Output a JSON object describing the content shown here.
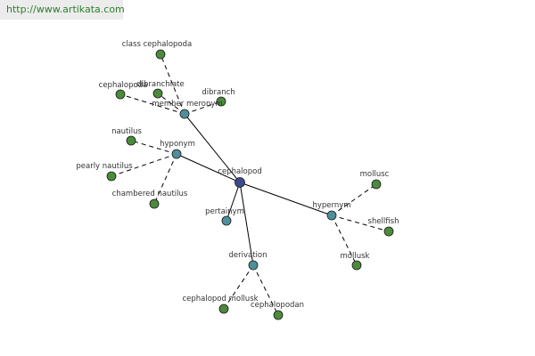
{
  "watermark": "http://www.artikata.com",
  "colors": {
    "center": "#3b4a8c",
    "relation": "#4f8f9c",
    "word": "#4c8a3c",
    "background": "#ffffff"
  },
  "graph": {
    "center": {
      "id": "cephalopod",
      "label": "cephalopod"
    },
    "relations": [
      {
        "id": "member-meronym",
        "label": "member meronym"
      },
      {
        "id": "hyponym",
        "label": "hyponym"
      },
      {
        "id": "pertainym",
        "label": "pertainym"
      },
      {
        "id": "derivation",
        "label": "derivation"
      },
      {
        "id": "hypernym",
        "label": "hypernym"
      }
    ],
    "words": [
      {
        "id": "class-cephalopoda",
        "label": "class cephalopoda",
        "relation": "member-meronym"
      },
      {
        "id": "cephalopoda",
        "label": "cephalopoda",
        "relation": "member-meronym"
      },
      {
        "id": "dibranchiate",
        "label": "dibranchiate",
        "relation": "member-meronym"
      },
      {
        "id": "dibranch",
        "label": "dibranch",
        "relation": "member-meronym"
      },
      {
        "id": "nautilus",
        "label": "nautilus",
        "relation": "hyponym"
      },
      {
        "id": "pearly-nautilus",
        "label": "pearly nautilus",
        "relation": "hyponym"
      },
      {
        "id": "chambered-nautilus",
        "label": "chambered nautilus",
        "relation": "hyponym"
      },
      {
        "id": "mollusc",
        "label": "mollusc",
        "relation": "hypernym"
      },
      {
        "id": "shellfish",
        "label": "shellfish",
        "relation": "hypernym"
      },
      {
        "id": "mollusk",
        "label": "mollusk",
        "relation": "hypernym"
      },
      {
        "id": "cephalopod-mollusk",
        "label": "cephalopod mollusk",
        "relation": "derivation"
      },
      {
        "id": "cephalopodan",
        "label": "cephalopodan",
        "relation": "derivation"
      }
    ]
  }
}
